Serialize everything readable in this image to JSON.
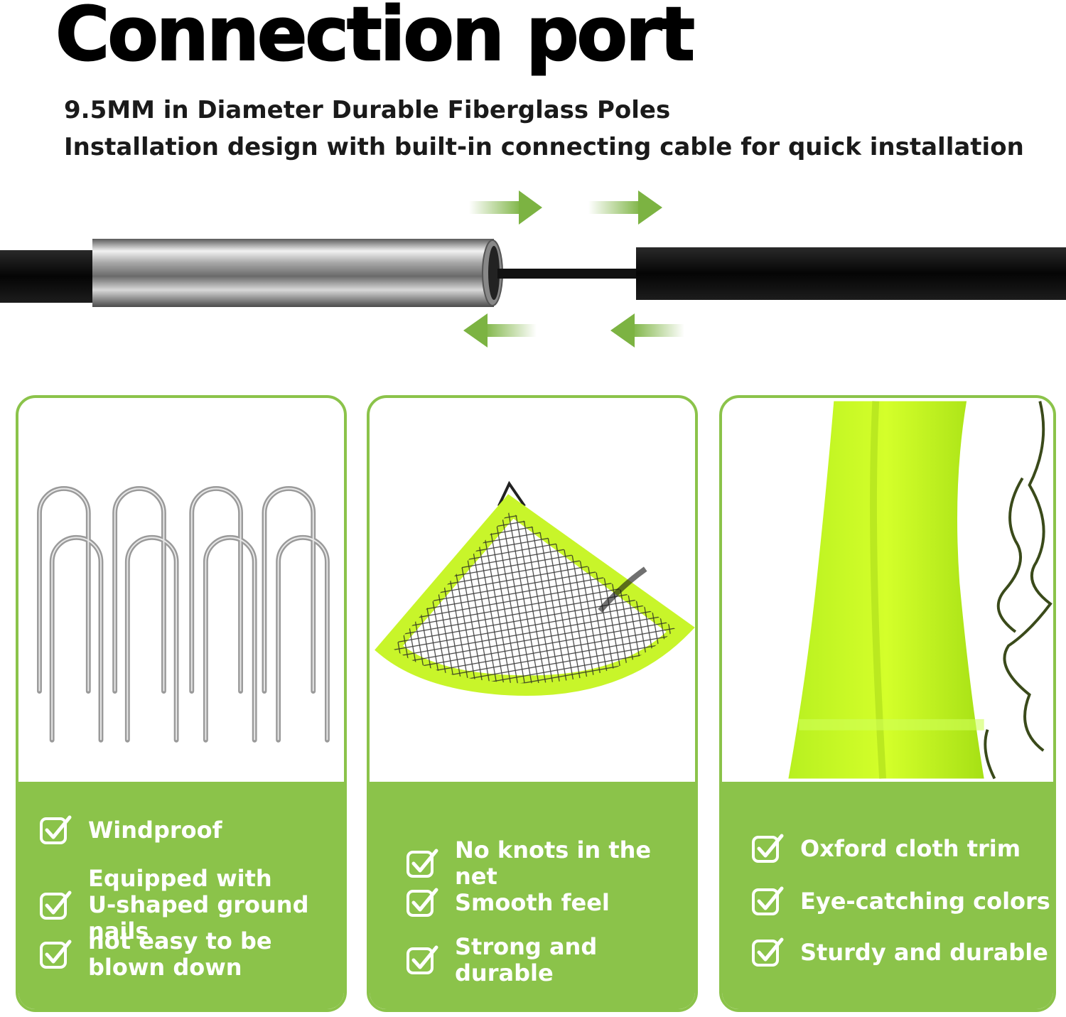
{
  "header": {
    "title": "Connection port",
    "subtitle_1": "9.5MM in Diameter Durable Fiberglass Poles",
    "subtitle_2": "Installation design with built-in connecting cable for quick installation"
  },
  "colors": {
    "accent_green": "#8bc34a",
    "neon_yellow": "#c8f52a",
    "arrow_green": "#7cb342"
  },
  "panels": [
    {
      "image": "u-shaped-ground-nails",
      "features": [
        "Windproof",
        "Equipped with\nU-shaped ground nails",
        "not easy to be\nblown down"
      ]
    },
    {
      "image": "corner-net",
      "features": [
        "No knots in the net",
        "Smooth feel",
        "Strong and durable"
      ]
    },
    {
      "image": "oxford-cloth-trim",
      "features": [
        "Oxford cloth trim",
        "Eye-catching colors",
        "Sturdy and durable"
      ]
    }
  ]
}
